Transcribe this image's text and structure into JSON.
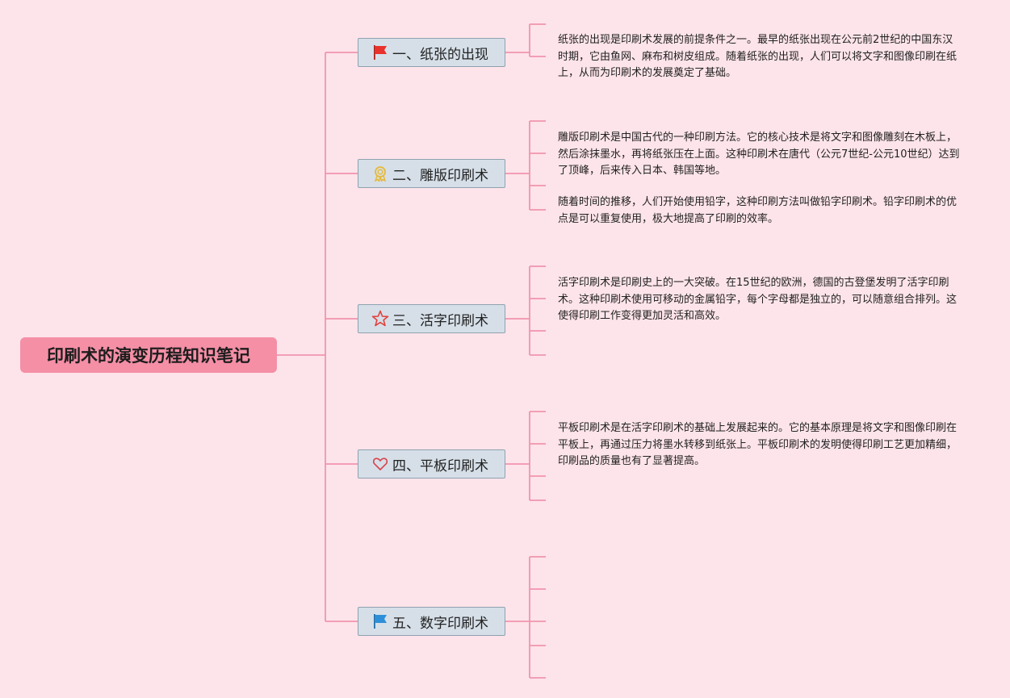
{
  "root": {
    "title": "印刷术的演变历程知识笔记"
  },
  "branches": [
    {
      "label": "一、纸张的出现",
      "icon": "red-flag-icon",
      "icon_color": "#e8322b",
      "notes": [
        "纸张的出现是印刷术发展的前提条件之一。最早的纸张出现在公元前2世纪的中国东汉时期，它由鱼网、麻布和树皮组成。随着纸张的出现，人们可以将文字和图像印刷在纸上，从而为印刷术的发展奠定了基础。"
      ]
    },
    {
      "label": "二、雕版印刷术",
      "icon": "award-ribbon-icon",
      "icon_color": "#e6b93a",
      "notes": [
        "雕版印刷术是中国古代的一种印刷方法。它的核心技术是将文字和图像雕刻在木板上，然后涂抹墨水，再将纸张压在上面。这种印刷术在唐代（公元7世纪-公元10世纪）达到了顶峰，后来传入日本、韩国等地。",
        "随着时间的推移，人们开始使用铅字，这种印刷方法叫做铅字印刷术。铅字印刷术的优点是可以重复使用，极大地提高了印刷的效率。"
      ]
    },
    {
      "label": "三、活字印刷术",
      "icon": "star-outline-icon",
      "icon_color": "#e0413c",
      "notes": [
        "活字印刷术是印刷史上的一大突破。在15世纪的欧洲，德国的古登堡发明了活字印刷术。这种印刷术使用可移动的金属铅字，每个字母都是独立的，可以随意组合排列。这使得印刷工作变得更加灵活和高效。"
      ]
    },
    {
      "label": "四、平板印刷术",
      "icon": "heart-outline-icon",
      "icon_color": "#d8434b",
      "notes": [
        "平板印刷术是在活字印刷术的基础上发展起来的。它的基本原理是将文字和图像印刷在平板上，再通过压力将墨水转移到纸张上。平板印刷术的发明使得印刷工艺更加精细，印刷品的质量也有了显著提高。"
      ]
    },
    {
      "label": "五、数字印刷术",
      "icon": "blue-flag-icon",
      "icon_color": "#2e8fd8",
      "notes": []
    }
  ],
  "colors": {
    "background": "#fde4ea",
    "root_fill": "#f48fa6",
    "connector": "#f195ae",
    "branch_fill": "#d6dfe8",
    "branch_border": "#8fa1af"
  }
}
